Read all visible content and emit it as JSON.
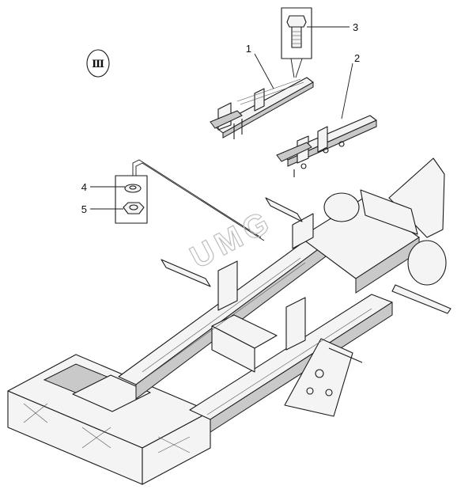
{
  "diagram": {
    "group_symbol": "Ⅲ",
    "watermark": "UMG",
    "callouts": [
      {
        "id": "1",
        "label": "1"
      },
      {
        "id": "2",
        "label": "2"
      },
      {
        "id": "3",
        "label": "3"
      },
      {
        "id": "4",
        "label": "4"
      },
      {
        "id": "5",
        "label": "5"
      }
    ],
    "parts": [
      {
        "callout": "1",
        "icon": "crossmember-bracket-icon"
      },
      {
        "callout": "2",
        "icon": "crossmember-bracket-icon"
      },
      {
        "callout": "3",
        "icon": "bolt-icon"
      },
      {
        "callout": "4",
        "icon": "washer-icon"
      },
      {
        "callout": "5",
        "icon": "nut-icon"
      }
    ],
    "colors": {
      "line": "#1a1a1a",
      "background": "#ffffff",
      "watermark": "#bdbdbd"
    }
  }
}
